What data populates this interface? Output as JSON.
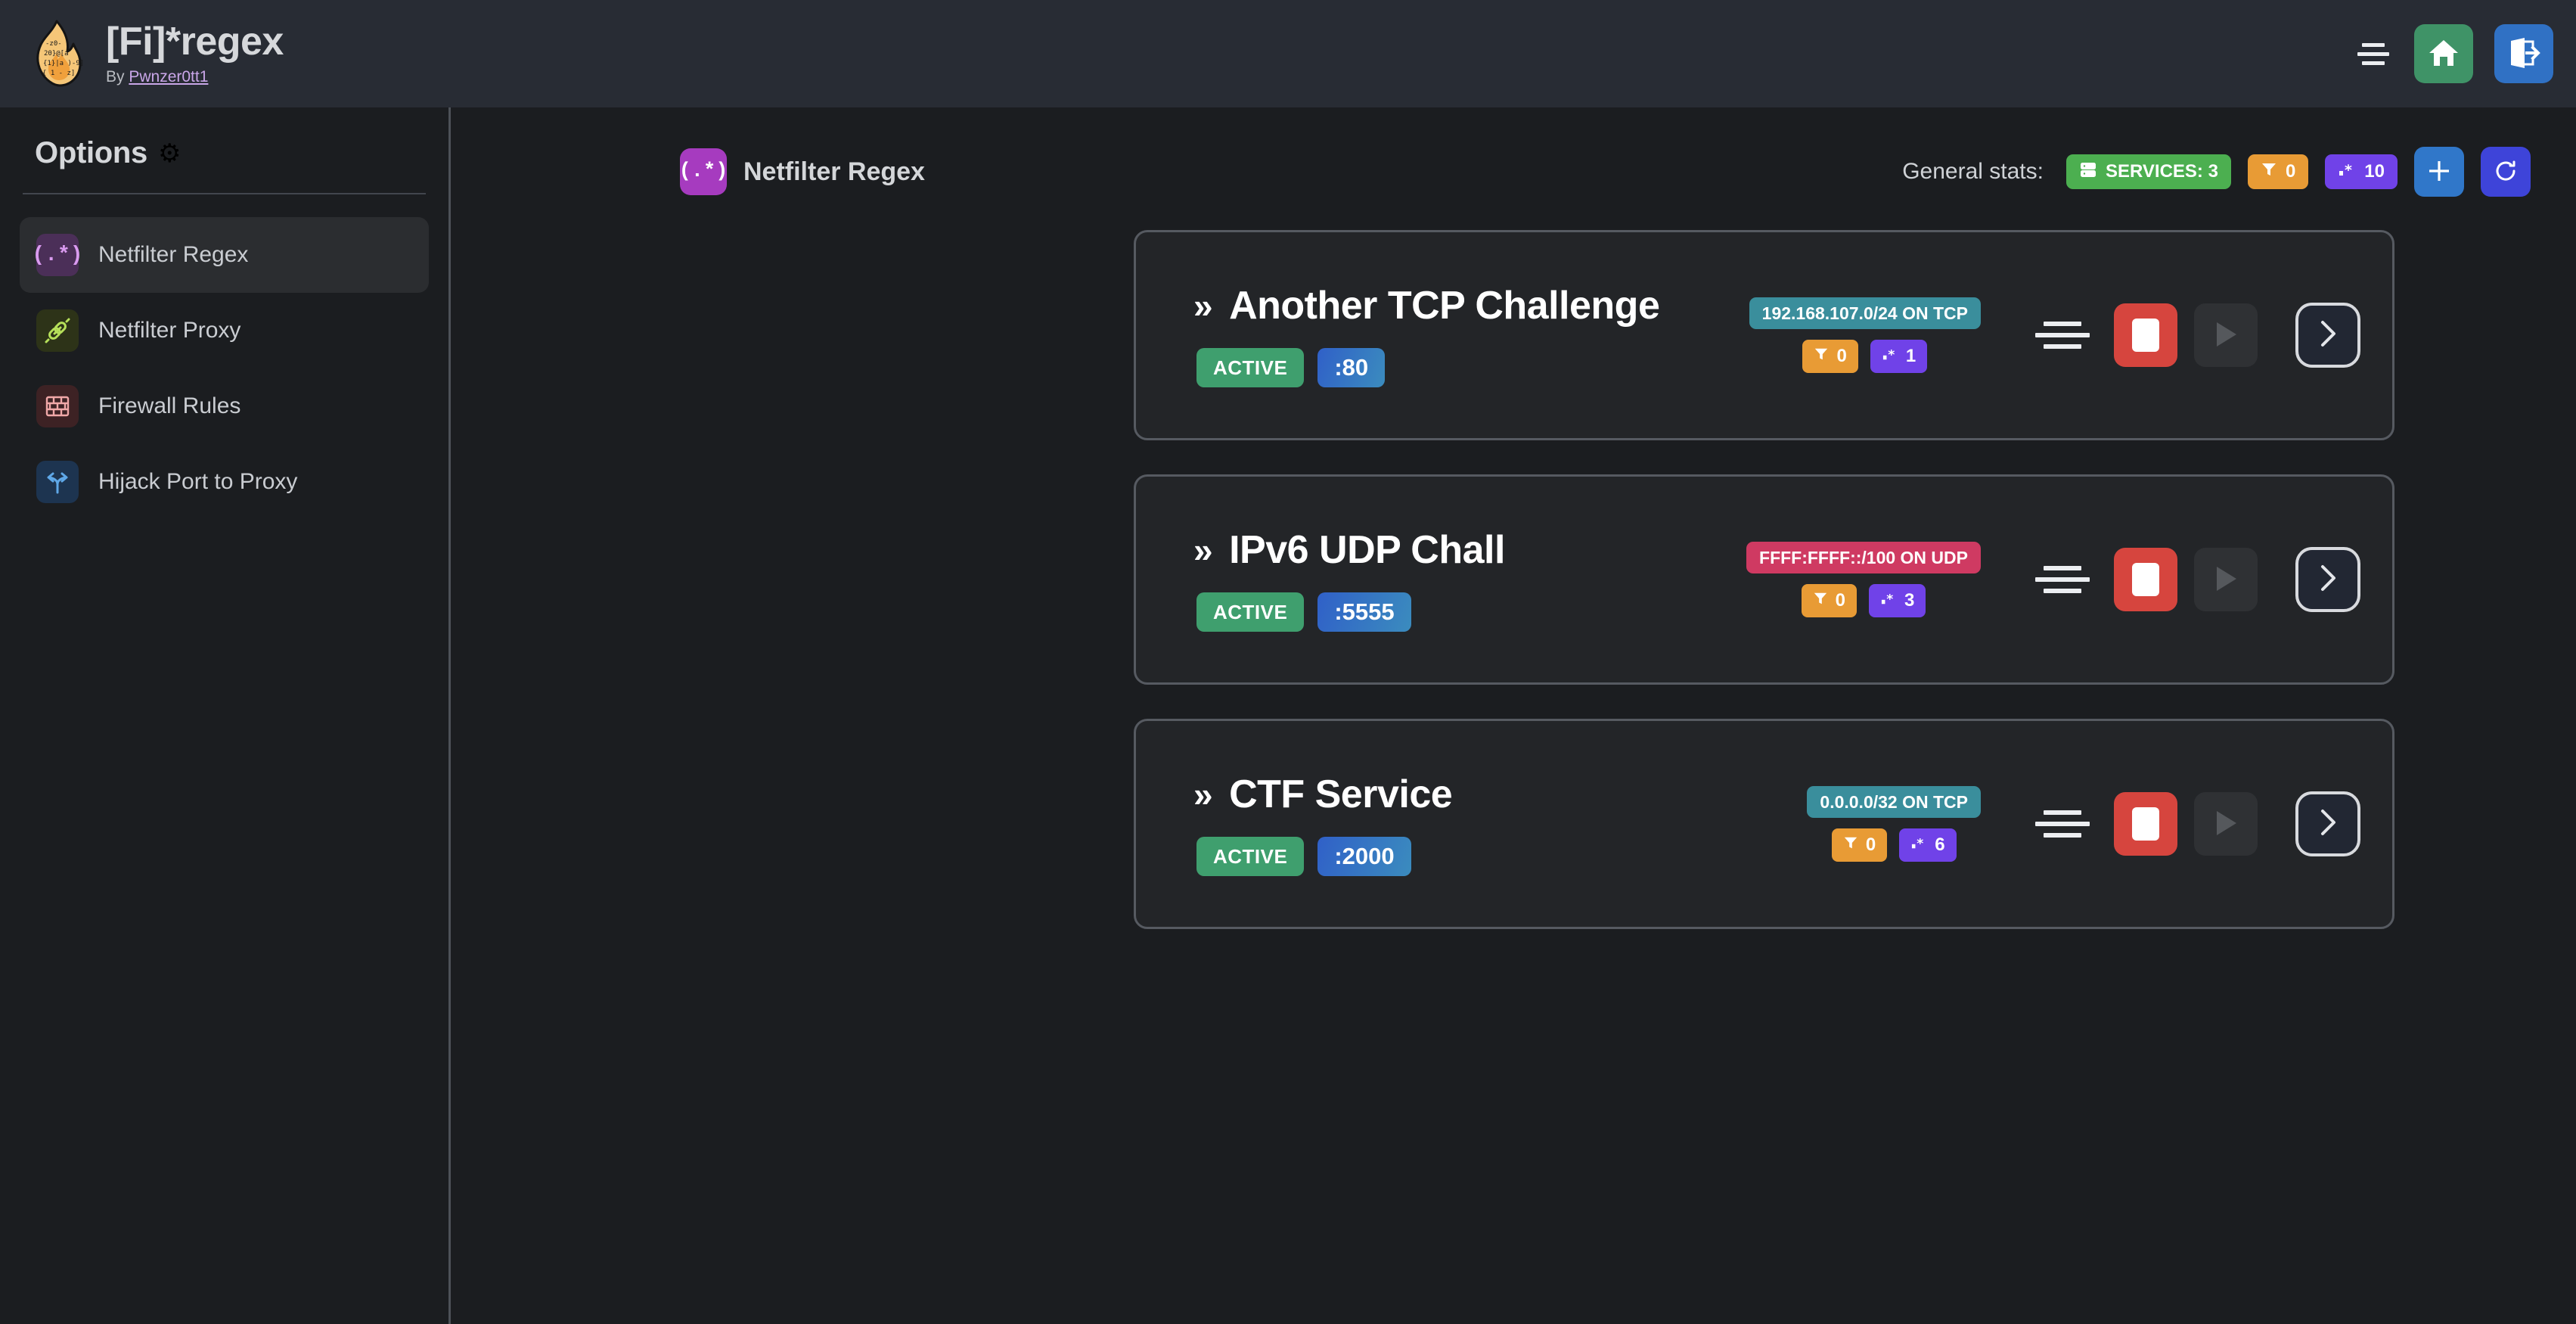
{
  "header": {
    "title": "[Fi]*regex",
    "by_prefix": "By ",
    "author": "Pwnzer0tt1",
    "logo_icon": "flame-logo",
    "menu_icon": "hamburger-menu-icon",
    "home_icon": "home-icon",
    "logout_icon": "logout-icon",
    "bg": "#282c34"
  },
  "sidebar": {
    "title": "Options",
    "gear_icon": "gear-icon",
    "items": [
      {
        "label": "Netfilter Regex",
        "icon": "regex-icon",
        "glyph": "(.*)",
        "active": true
      },
      {
        "label": "Netfilter Proxy",
        "icon": "plug-connector-icon",
        "glyph": "",
        "active": false
      },
      {
        "label": "Firewall Rules",
        "icon": "brick-wall-icon",
        "glyph": "",
        "active": false
      },
      {
        "label": "Hijack Port to Proxy",
        "icon": "route-split-icon",
        "glyph": "",
        "active": false
      }
    ]
  },
  "main": {
    "page_icon_glyph": "(.*)",
    "page_title": "Netfilter Regex",
    "stats_label": "General stats:",
    "stats": {
      "services_label": "SERVICES: 3",
      "services_icon": "server-icon",
      "services_color": "#4caf50",
      "filters_value": "0",
      "filters_icon": "funnel-icon",
      "filters_color": "#e89b35",
      "regexes_value": "10",
      "regexes_icon": "regex-dot-star-icon",
      "regexes_color": "#7042e8"
    },
    "add_label": "+",
    "add_icon": "plus-icon",
    "refresh_icon": "refresh-icon"
  },
  "services": [
    {
      "name": "Another TCP Challenge",
      "status": "ACTIVE",
      "port": ":80",
      "network": "192.168.107.0/24 ON TCP",
      "network_kind": "tcp",
      "filters": "0",
      "regexes": "1",
      "handle_icon": "drag-handle-icon",
      "stop_icon": "stop-icon",
      "play_icon": "play-icon",
      "goto_icon": "chevron-right-icon"
    },
    {
      "name": "IPv6 UDP Chall",
      "status": "ACTIVE",
      "port": ":5555",
      "network": "FFFF:FFFF::/100 ON UDP",
      "network_kind": "udp",
      "filters": "0",
      "regexes": "3",
      "handle_icon": "drag-handle-icon",
      "stop_icon": "stop-icon",
      "play_icon": "play-icon",
      "goto_icon": "chevron-right-icon"
    },
    {
      "name": "CTF Service",
      "status": "ACTIVE",
      "port": ":2000",
      "network": "0.0.0.0/32 ON TCP",
      "network_kind": "tcp",
      "filters": "0",
      "regexes": "6",
      "handle_icon": "drag-handle-icon",
      "stop_icon": "stop-icon",
      "play_icon": "play-icon",
      "goto_icon": "chevron-right-icon"
    }
  ],
  "colors": {
    "page_bg": "#1b1d20",
    "header_bg": "#282c34",
    "card_bg": "#232528",
    "card_border": "#565a61",
    "accent_purple": "#a63bbf",
    "green": "#3f9f6e",
    "red": "#d6453e",
    "teal": "#3a8e9c",
    "pink": "#cf3a62"
  }
}
